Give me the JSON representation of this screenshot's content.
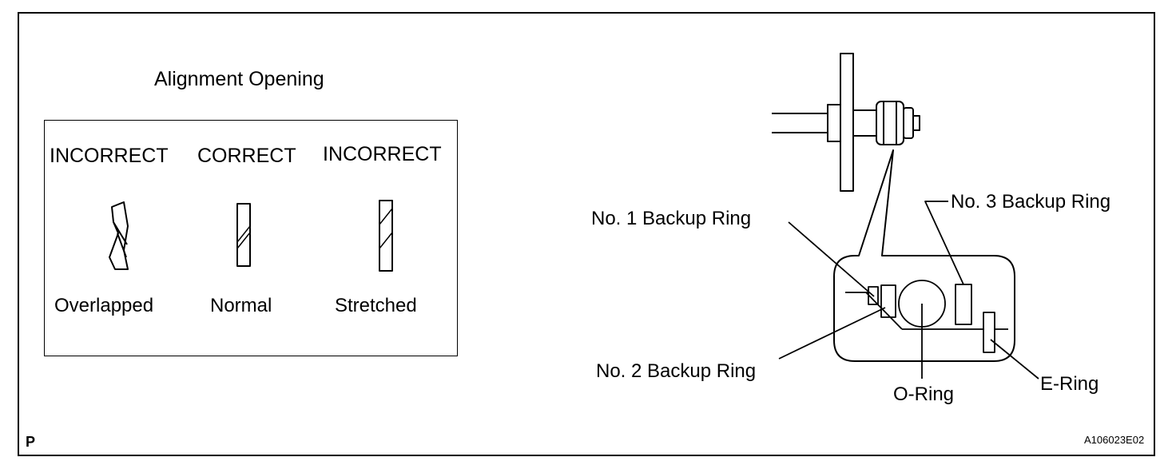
{
  "diagram": {
    "left_panel": {
      "title": "Alignment Opening",
      "columns": [
        {
          "heading": "INCORRECT",
          "caption": "Overlapped"
        },
        {
          "heading": "CORRECT",
          "caption": "Normal"
        },
        {
          "heading": "INCORRECT",
          "caption": "Stretched"
        }
      ]
    },
    "right_panel": {
      "labels": {
        "backup_ring_1": "No. 1 Backup Ring",
        "backup_ring_2": "No. 2 Backup Ring",
        "backup_ring_3": "No. 3 Backup Ring",
        "o_ring": "O-Ring",
        "e_ring": "E-Ring"
      }
    },
    "corner_mark": "P",
    "figure_id": "A106023E02"
  }
}
